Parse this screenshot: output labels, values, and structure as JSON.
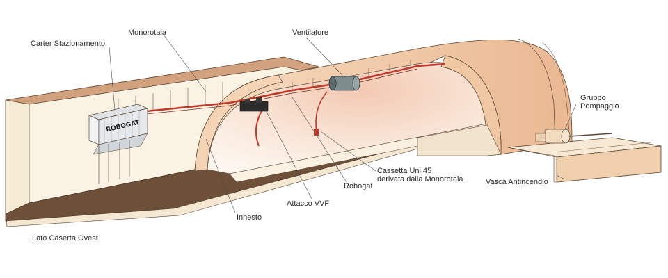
{
  "labels": {
    "carter": "Carter Stazionamento",
    "monorotaia": "Monorotaia",
    "ventilatore": "Ventilatore",
    "gruppo_line1": "Gruppo",
    "gruppo_line2": "Pompaggio",
    "cassetta_line1": "Cassetta Uni 45",
    "cassetta_line2": "derivata dalla Monorotaia",
    "robogat": "Robogat",
    "vasca": "Vasca Antincendio",
    "attacco": "Attacco VVF",
    "innesto": "Innesto",
    "lato": "Lato Caserta Ovest"
  },
  "robot_brand": "ROBOGAT",
  "colors": {
    "wall_light": "#faf3e4",
    "wall_mid": "#f1dec4",
    "wall_dark": "#e2b48e",
    "roof_top": "#d8a37c",
    "floor": "#7a5a3e",
    "rail": "#c0392b",
    "outline": "#5b4636"
  }
}
